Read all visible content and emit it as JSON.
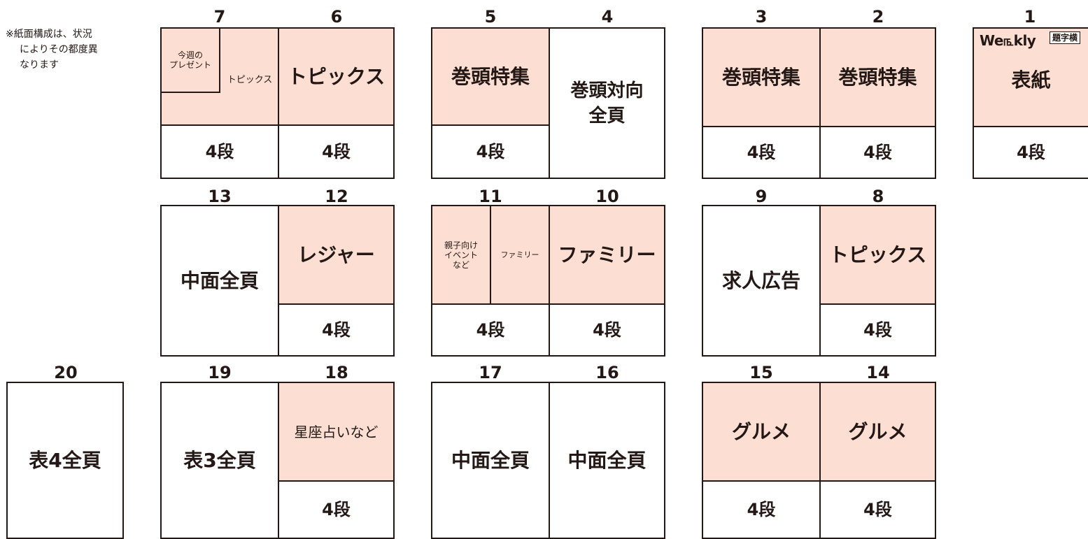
{
  "note": {
    "line1": "※紙面構成は、状況",
    "line2": "によりその都度異",
    "line3": "なります"
  },
  "pages": {
    "p1": "1",
    "p2": "2",
    "p3": "3",
    "p4": "4",
    "p5": "5",
    "p6": "6",
    "p7": "7",
    "p8": "8",
    "p9": "9",
    "p10": "10",
    "p11": "11",
    "p12": "12",
    "p13": "13",
    "p14": "14",
    "p15": "15",
    "p16": "16",
    "p17": "17",
    "p18": "18",
    "p19": "19",
    "p20": "20"
  },
  "row1": {
    "p7_inset": "今週の\nプレゼント",
    "p7_small": "トピックス",
    "p6_top": "トピックス",
    "p7_bottom": "4段",
    "p6_bottom": "4段",
    "p5_top": "巻頭特集",
    "p5_bottom": "4段",
    "p4_full": "巻頭対向\n全頁",
    "p3_top": "巻頭特集",
    "p3_bottom": "4段",
    "p2_top": "巻頭特集",
    "p2_bottom": "4段",
    "p1_logo": "We௩kly",
    "p1_yoko": "題字横",
    "p1_top": "表紙",
    "p1_bottom": "4段"
  },
  "row2": {
    "p13_full": "中面全頁",
    "p12_top": "レジャー",
    "p12_bottom": "4段",
    "p11_left": "親子向け\nイベント\nなど",
    "p11_right": "ファミリー",
    "p11_bottom": "4段",
    "p10_top": "ファミリー",
    "p10_bottom": "4段",
    "p9_full": "求人広告",
    "p8_top": "トピックス",
    "p8_bottom": "4段"
  },
  "row3": {
    "p20_full": "表4全頁",
    "p19_full": "表3全頁",
    "p18_top": "星座占いなど",
    "p18_bottom": "4段",
    "p17_full": "中面全頁",
    "p16_full": "中面全頁",
    "p15_top": "グルメ",
    "p15_bottom": "4段",
    "p14_top": "グルメ",
    "p14_bottom": "4段"
  },
  "colors": {
    "highlight": "#fcdfd2",
    "line": "#231815"
  }
}
